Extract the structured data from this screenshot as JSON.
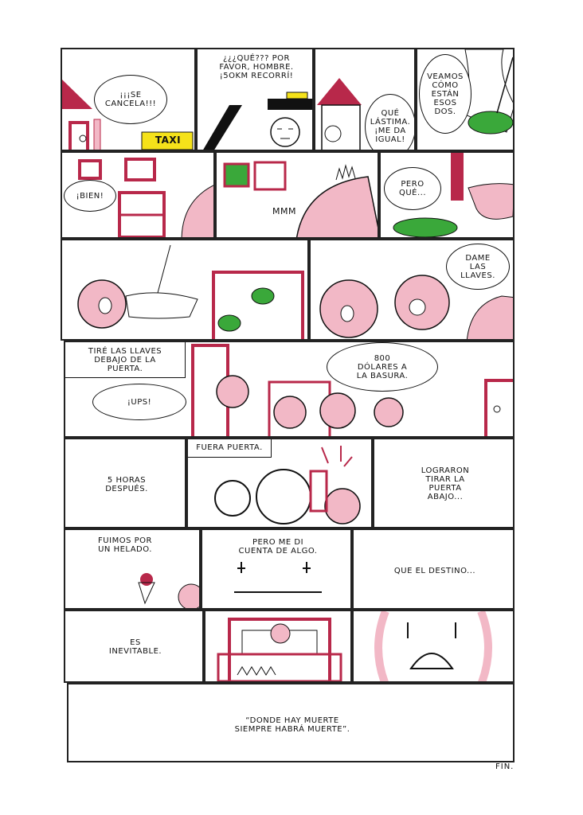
{
  "row1": {
    "p1_bubble": "¡¡¡SE\nCANCELA!!!",
    "p1_taxi": "TAXI",
    "p2_bubble": "¿¿¿QUÉ??? POR\nFAVOR, HOMBRE.\n¡5OKM RECORRÍ!",
    "p3_bubble": "QUÉ\nLÁSTIMA.\n¡ME DA\nIGUAL!",
    "p4_bubble": "VEAMOS\nCÓMO\nESTÁN\nESOS\nDOS."
  },
  "row2": {
    "p1_bubble": "¡BIEN!",
    "p2_sound": "MMM",
    "p3_bubble": "PERO\nQUÉ..."
  },
  "row3": {
    "p2_bubble": "DAME\nLAS\nLLAVES."
  },
  "row4": {
    "caption": "TIRÉ LAS LLAVES\nDEBAJO DE LA\nPUERTA.",
    "ups_bubble": "¡UPS!",
    "money_bubble": "800\nDÓLARES A\nLA BASURA."
  },
  "row5": {
    "p1_caption": "5 HORAS\nDESPUÉS.",
    "p2_caption": "FUERA PUERTA.",
    "p3_caption": "LOGRARON\nTIRAR LA\nPUERTA\nABAJO..."
  },
  "row6": {
    "p1_caption": "FUIMOS POR\nUN HELADO.",
    "p2_caption": "PERO ME DI\nCUENTA DE ALGO.",
    "p3_caption": "QUE EL DESTINO..."
  },
  "row7": {
    "p1_caption": "ES\nINEVITABLE."
  },
  "row8": {
    "quote": "“DONDE HAY MUERTE\nSIEMPRE HABRÁ MUERTE”."
  },
  "end_label": "FIN.",
  "colors": {
    "ink": "#111111",
    "crimson": "#b8284a",
    "pink": "#f2b8c6",
    "green": "#3aa83a",
    "taxi_yellow": "#f5e21a"
  }
}
